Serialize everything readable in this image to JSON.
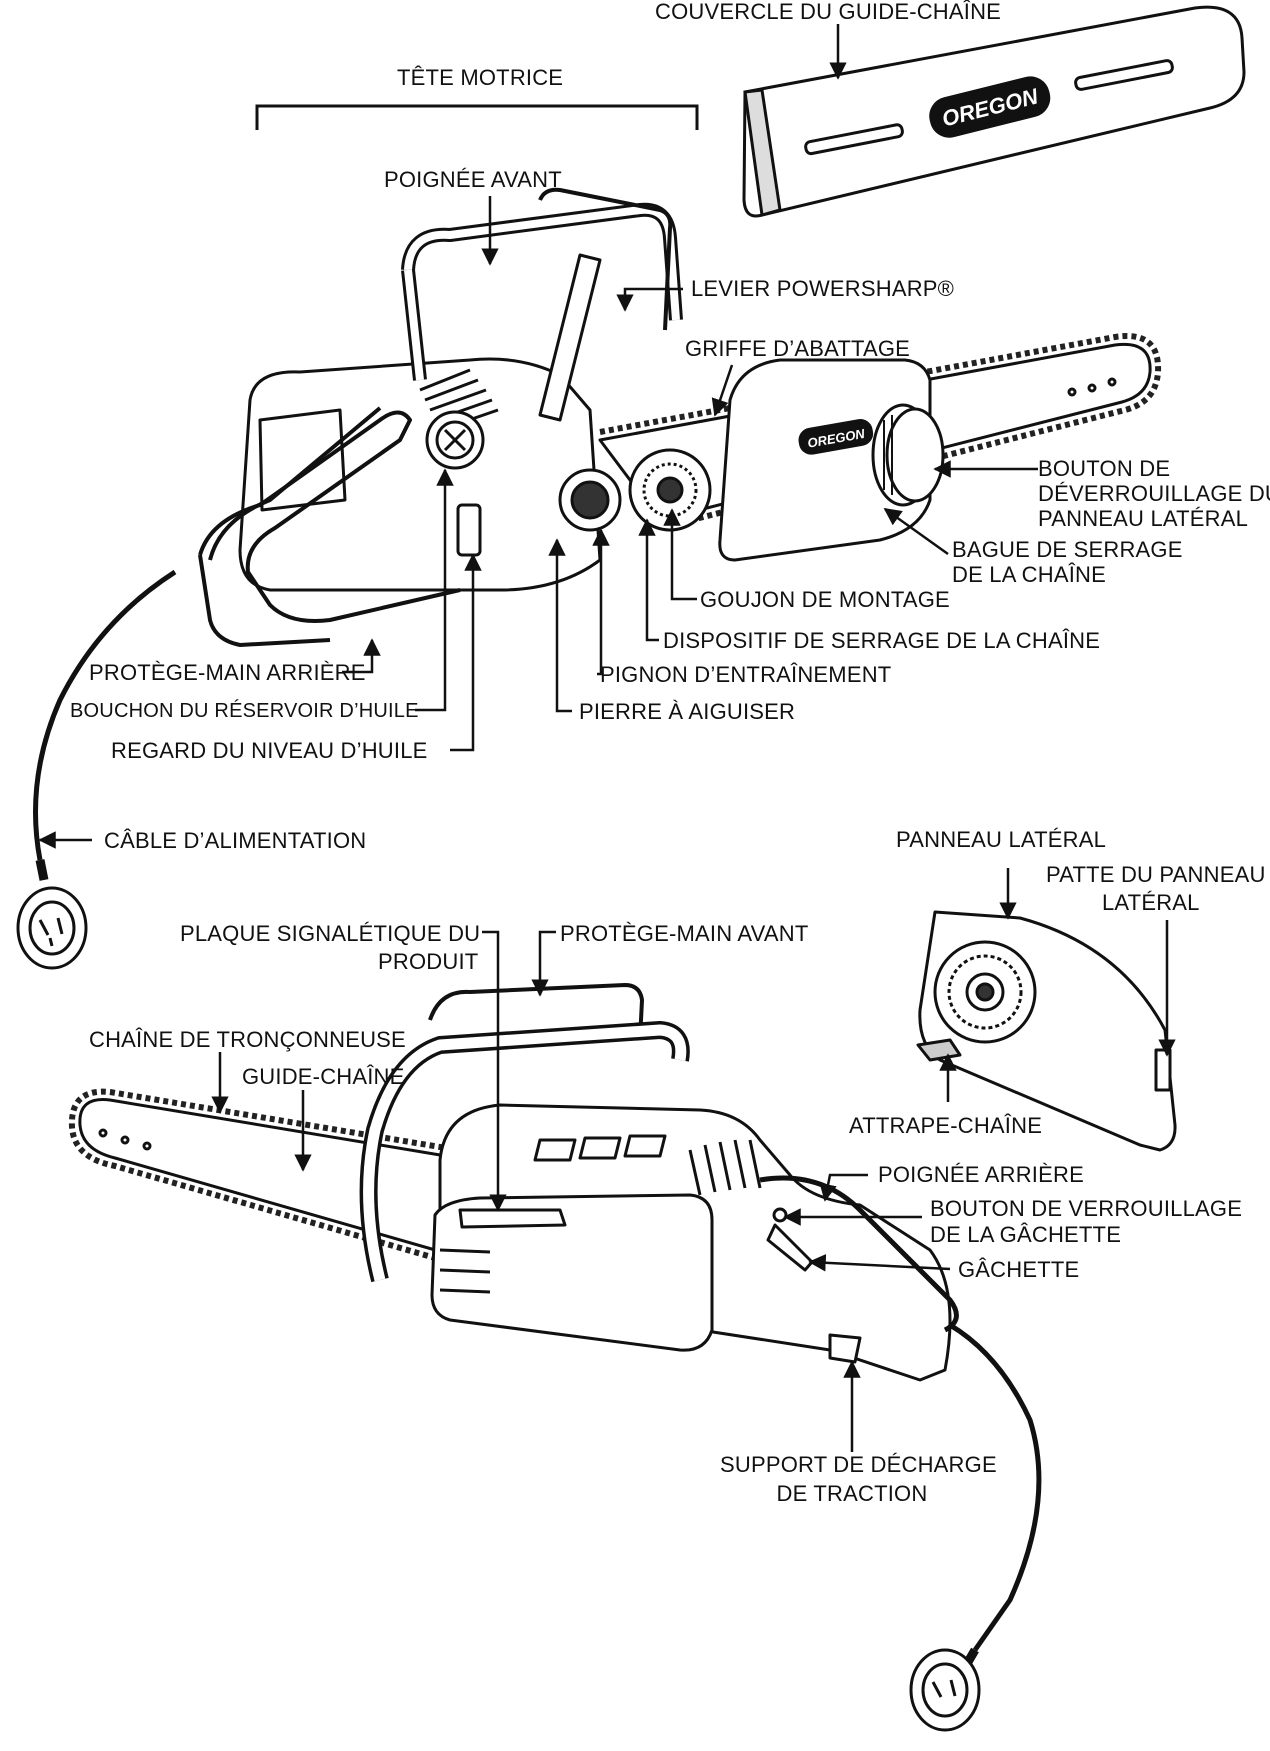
{
  "brand": "OREGON",
  "labels": {
    "guide_cover": "COUVERCLE DU GUIDE-CHAÎNE",
    "power_head": "TÊTE MOTRICE",
    "front_handle": "POIGNÉE AVANT",
    "powersharp_lever": "LEVIER POWERSHARP®",
    "felling_spike": "GRIFFE D’ABATTAGE",
    "side_panel_release_1": "BOUTON DE",
    "side_panel_release_2": "DÉVERROUILLAGE DU",
    "side_panel_release_3": "PANNEAU LATÉRAL",
    "chain_tension_ring_1": "BAGUE DE SERRAGE",
    "chain_tension_ring_2": "DE LA CHAÎNE",
    "mounting_stud": "GOUJON DE MONTAGE",
    "chain_tensioner": "DISPOSITIF DE SERRAGE DE LA CHAÎNE",
    "drive_sprocket": "PIGNON D’ENTRAÎNEMENT",
    "sharpening_stone": "PIERRE À AIGUISER",
    "rear_hand_guard": "PROTÈGE-MAIN ARRIÈRE",
    "oil_tank_cap": "BOUCHON DU RÉSERVOIR D’HUILE",
    "oil_level_window": "REGARD DU NIVEAU D’HUILE",
    "power_cord": "CÂBLE D’ALIMENTATION",
    "side_panel": "PANNEAU LATÉRAL",
    "side_panel_tab_1": "PATTE DU PANNEAU",
    "side_panel_tab_2": "LATÉRAL",
    "rating_plate_1": "PLAQUE SIGNALÉTIQUE DU",
    "rating_plate_2": "PRODUIT",
    "front_hand_guard": "PROTÈGE-MAIN AVANT",
    "saw_chain": "CHAÎNE DE TRONÇONNEUSE",
    "guide_bar": "GUIDE-CHAÎNE",
    "chain_catcher": "ATTRAPE-CHAÎNE",
    "rear_handle": "POIGNÉE ARRIÈRE",
    "trigger_lockout_1": "BOUTON DE VERROUILLAGE",
    "trigger_lockout_2": "DE LA GÂCHETTE",
    "trigger": "GÂCHETTE",
    "strain_relief_1": "SUPPORT DE DÉCHARGE",
    "strain_relief_2": "DE TRACTION"
  }
}
